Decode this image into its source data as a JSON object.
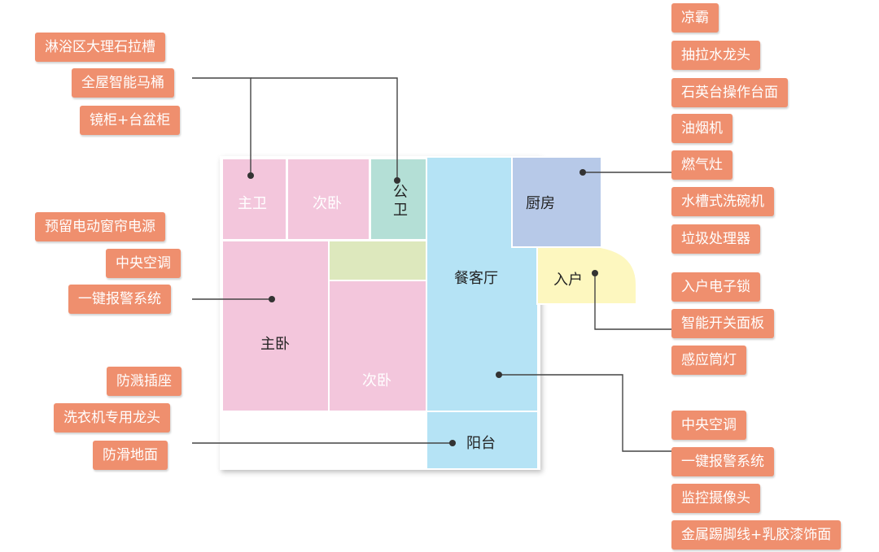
{
  "colors": {
    "tag_bg": "#ef8f6e",
    "tag_text": "#ffffff",
    "line": "#444444",
    "bathroom": "#f3c6dc",
    "public_bath": "#b4dfd6",
    "living": "#b5e3f5",
    "kitchen": "#b7c9e8",
    "entrance": "#fdf7bf",
    "corridor": "#dde8bd",
    "wall": "#ffffff"
  },
  "rooms": {
    "master_bath": "主卫",
    "second_bed_top": "次卧",
    "public_bath": "公卫",
    "living_dining": "餐客厅",
    "kitchen": "厨房",
    "entrance": "入户",
    "master_bed": "主卧",
    "second_bed_bottom": "次卧",
    "balcony": "阳台"
  },
  "left_tags": {
    "bath_group": [
      "淋浴区大理石拉槽",
      "全屋智能马桶",
      "镜柜+台盆柜"
    ],
    "bedroom_group": [
      "预留电动窗帘电源",
      "中央空调",
      "一键报警系统"
    ],
    "balcony_group": [
      "防溅插座",
      "洗衣机专用龙头",
      "防滑地面"
    ]
  },
  "right_tags": {
    "kitchen_group": [
      "凉霸",
      "抽拉水龙头",
      "石英台操作台面",
      "油烟机",
      "燃气灶",
      "水槽式洗碗机",
      "垃圾处理器"
    ],
    "entrance_group": [
      "入户电子锁",
      "智能开关面板",
      "感应筒灯"
    ],
    "living_group": [
      "中央空调",
      "一键报警系统",
      "监控摄像头",
      "金属踢脚线+乳胶漆饰面"
    ]
  }
}
